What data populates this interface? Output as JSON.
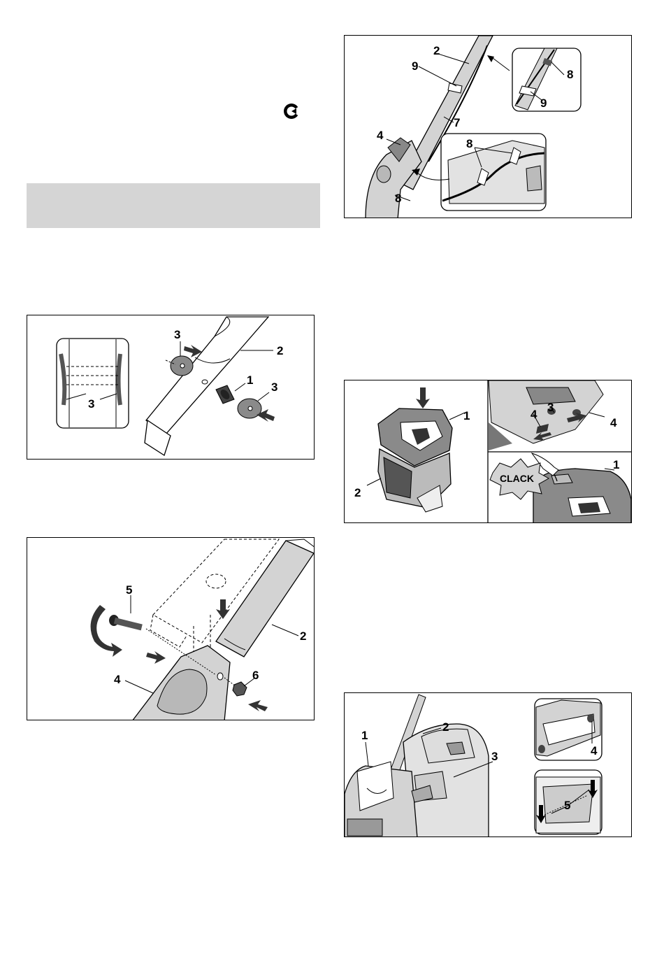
{
  "fig_shaft": {
    "labels": [
      "3",
      "3",
      "2",
      "1",
      "3",
      "3"
    ]
  },
  "fig_bolt": {
    "labels": [
      "5",
      "2",
      "4",
      "6"
    ]
  },
  "fig_handle": {
    "labels": [
      "2",
      "9",
      "7",
      "4",
      "8",
      "8",
      "8",
      "9",
      "8"
    ]
  },
  "fig_box": {
    "labels": [
      "1",
      "2",
      "3",
      "4",
      "4",
      "1"
    ],
    "clack": "CLACK"
  },
  "fig_catcher": {
    "labels": [
      "2",
      "1",
      "3",
      "4",
      "5"
    ]
  }
}
